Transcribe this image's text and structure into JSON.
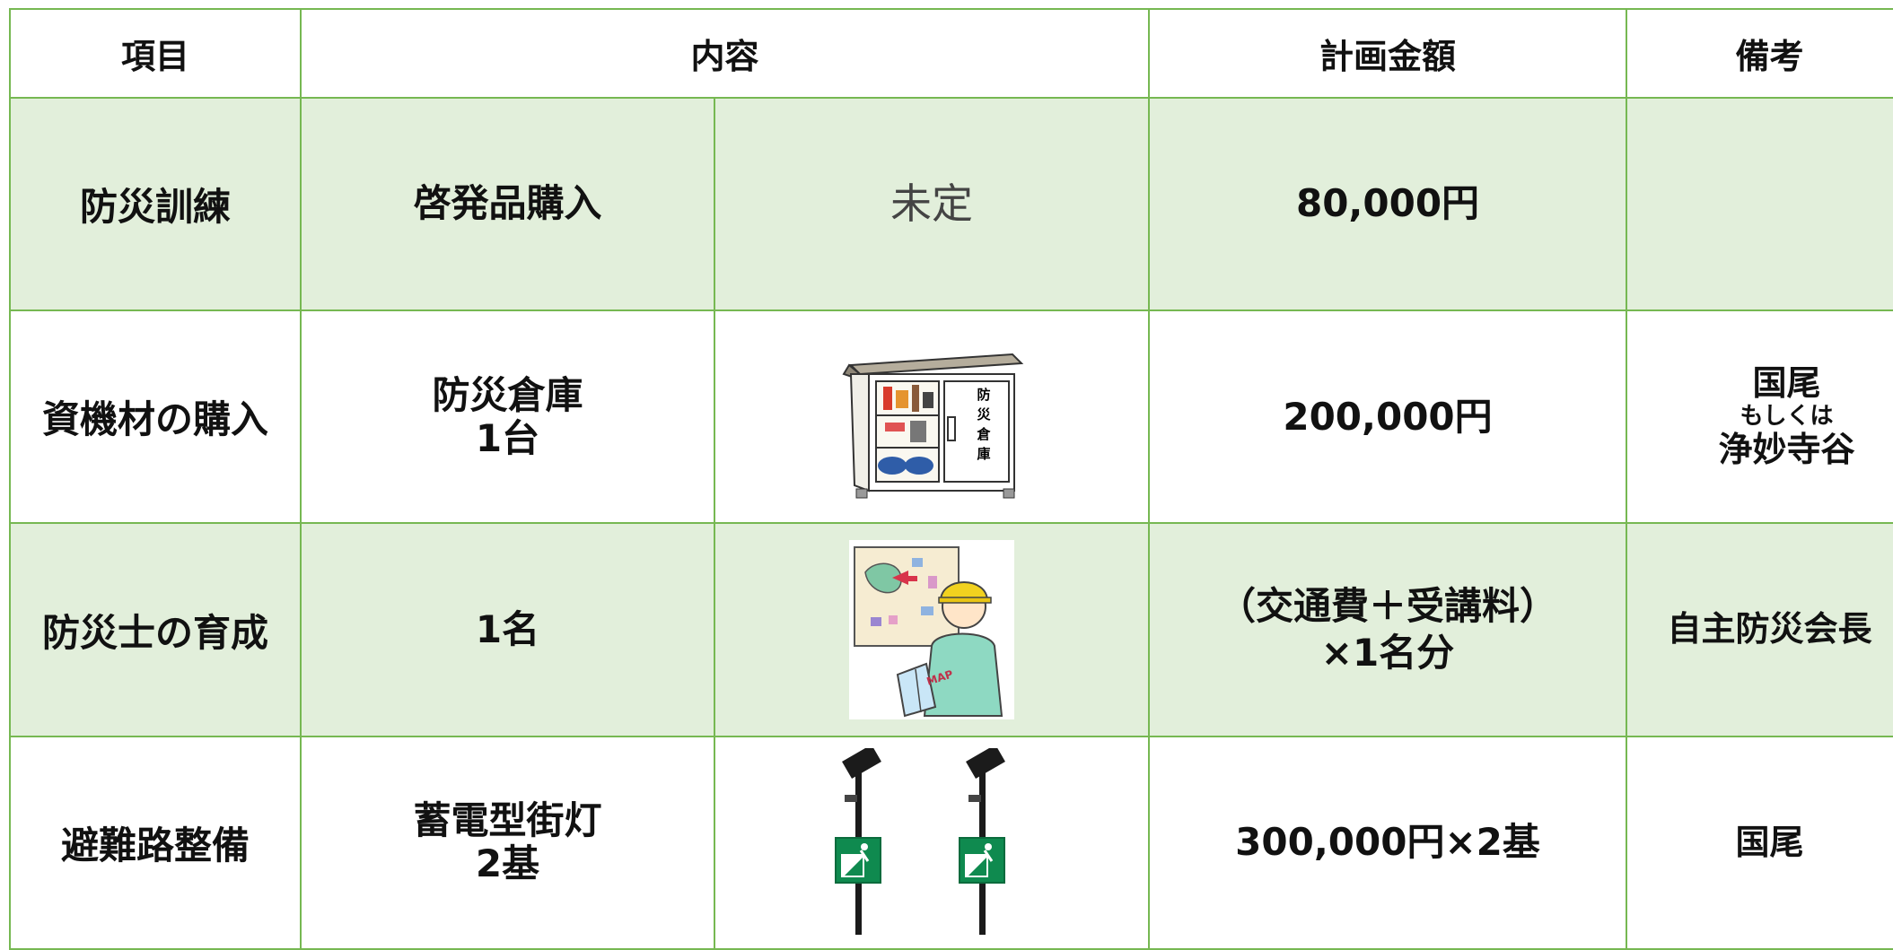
{
  "table": {
    "headers": {
      "item": "項目",
      "content": "内容",
      "amount": "計画金額",
      "note": "備考"
    },
    "rows": [
      {
        "item": "防災訓練",
        "content": "啓発品購入",
        "detail": "未定",
        "amount": "80,000円",
        "note": ""
      },
      {
        "item": "資機材の購入",
        "content_line1": "防災倉庫",
        "content_line2": "1台",
        "illustration_label": "防災倉庫",
        "amount": "200,000円",
        "note_line1": "国尾",
        "note_line2": "もしくは",
        "note_line3": "浄妙寺谷"
      },
      {
        "item": "防災士の育成",
        "content": "1名",
        "illustration_label": "MAP",
        "amount_line1": "（交通費＋受講料）",
        "amount_line2": "×1名分",
        "note": "自主防災会長"
      },
      {
        "item": "避難路整備",
        "content_line1": "蓄電型街灯",
        "content_line2": "2基",
        "amount": "300,000円×2基",
        "note": "国尾"
      }
    ]
  },
  "colors": {
    "border": "#76b852",
    "shade": "#e2efdb",
    "exit_sign": "#0f8a4f"
  },
  "icons": {
    "row1": "storage-shed-illustration",
    "row2": "trainee-with-map-illustration",
    "row3": "solar-street-light-illustration"
  }
}
